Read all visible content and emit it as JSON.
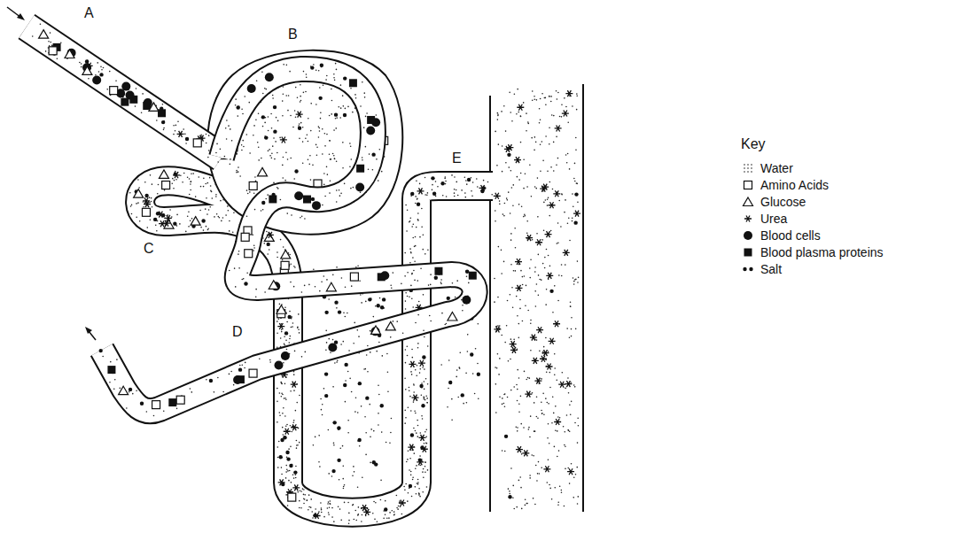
{
  "diagram": {
    "labels": [
      "A",
      "B",
      "C",
      "D",
      "E",
      "Key"
    ],
    "legend": [
      {
        "text": "Water"
      },
      {
        "text": "Amino Acids"
      },
      {
        "text": "Glucose"
      },
      {
        "text": "Urea"
      },
      {
        "text": "Blood cells"
      },
      {
        "text": "Blood plasma proteins"
      },
      {
        "text": "Salt"
      }
    ]
  }
}
